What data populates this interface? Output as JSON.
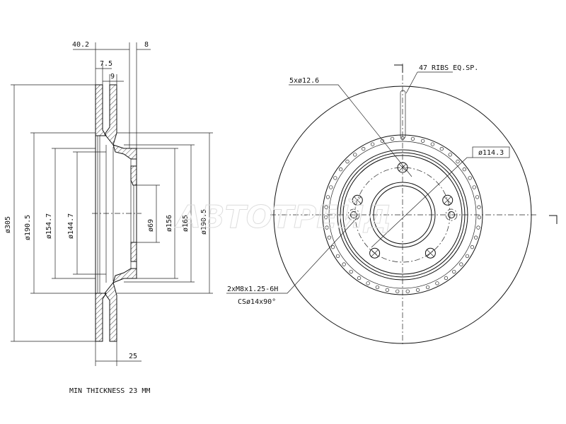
{
  "side_view": {
    "dims": {
      "overall_height": "40.2",
      "hat_thickness": "8",
      "outer_plate": "7.5",
      "vent_gap": "9",
      "disc_thickness": "25",
      "outer_diameter": "ø305",
      "friction_inner_left": "ø190.5",
      "d154": "ø154.7",
      "d144": "ø144.7",
      "center_bore": "ø69",
      "d156": "ø156",
      "d165": "ø165",
      "friction_inner_right": "ø190.5"
    },
    "note": "MIN THICKNESS 23 MM"
  },
  "front_view": {
    "ribs_label": "47 RIBS EQ.SP.",
    "bolt_holes_label": "5xø12.6",
    "pcd_label": "ø114.3",
    "thread_label": "2xM8x1.25-6H",
    "countersink_label": "CSø14x90°",
    "rib_count": 47,
    "bolt_hole_count": 5
  },
  "watermark": "АВТОТРЕЙД"
}
